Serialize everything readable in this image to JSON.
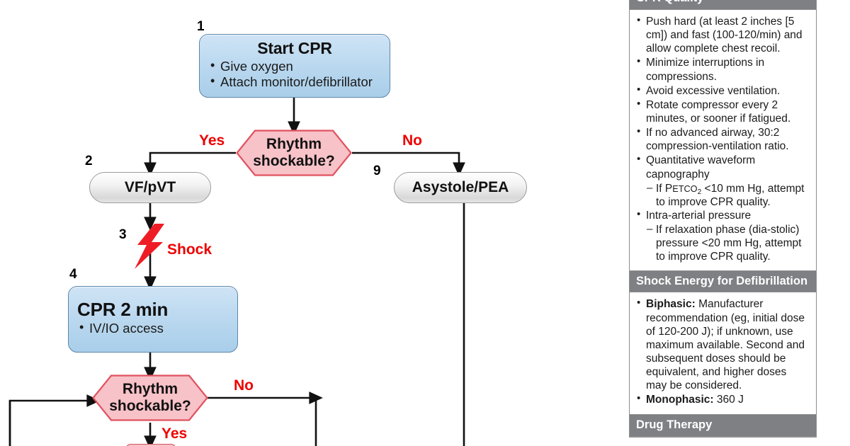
{
  "colors": {
    "blue_box": "#bcd9f0",
    "blue_border": "#5b87ab",
    "gray_box": "#eeeeee",
    "hex_fill": "#f7c2c8",
    "hex_border": "#e0525f",
    "red_text": "#ee0000",
    "panel_header_bg": "#7e8084",
    "panel_header_text": "#ffffff"
  },
  "flow": {
    "steps": {
      "one": "1",
      "two": "2",
      "three": "3",
      "four": "4",
      "nine": "9"
    },
    "start_cpr": {
      "title": "Start CPR",
      "bullets": [
        "Give oxygen",
        "Attach monitor/defibrillator"
      ]
    },
    "decision_top": {
      "line1": "Rhythm",
      "line2": "shockable?"
    },
    "decision_bottom": {
      "line1": "Rhythm",
      "line2": "shockable?"
    },
    "label_yes_top": "Yes",
    "label_no_top": "No",
    "label_yes_bottom": "Yes",
    "label_no_bottom": "No",
    "vf_pvt": "VF/pVT",
    "asystole_pea": "Asystole/PEA",
    "shock": "Shock",
    "cpr_2min": {
      "title": "CPR 2 min",
      "bullets": [
        "IV/IO access"
      ]
    }
  },
  "panel": {
    "sections": [
      {
        "header": "CPR Quality",
        "items": [
          {
            "level": "bullet",
            "text": "Push hard (at least 2 inches [5 cm]) and fast (100-120/min) and allow complete chest recoil."
          },
          {
            "level": "bullet",
            "text": "Minimize interruptions in compressions."
          },
          {
            "level": "bullet",
            "text": "Avoid excessive ventilation."
          },
          {
            "level": "bullet",
            "text": "Rotate compressor every 2 minutes, or sooner if fatigued."
          },
          {
            "level": "bullet",
            "text": "If no advanced airway, 30:2 compression-ventilation ratio."
          },
          {
            "level": "bullet",
            "text": "Quantitative waveform capnography"
          },
          {
            "level": "sub",
            "text": "If PETCO2 <10 mm Hg, attempt to improve CPR quality."
          },
          {
            "level": "bullet",
            "text": "Intra-arterial pressure"
          },
          {
            "level": "sub",
            "text": "If relaxation phase (diastolic) pressure <20 mm Hg, attempt to improve CPR quality."
          }
        ]
      },
      {
        "header": "Shock Energy for Defibrillation",
        "items": [
          {
            "level": "bullet",
            "bold": "Biphasic:",
            "text": "Manufacturer recommendation (eg, initial dose of 120-200 J); if unknown, use maximum available. Second and subsequent doses should be equivalent, and higher doses may be considered."
          },
          {
            "level": "bullet",
            "bold": "Monophasic:",
            "text": "360 J"
          }
        ]
      },
      {
        "header": "Drug Therapy",
        "items": []
      }
    ]
  }
}
